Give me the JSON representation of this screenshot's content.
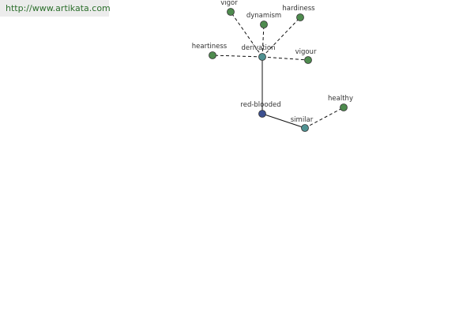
{
  "source": {
    "url_text": "http://www.artikata.com"
  },
  "colors": {
    "banner_bg": "#ececec",
    "link": "#2b6e2b",
    "node_green": "#4e8b4e",
    "node_teal": "#4f9191",
    "node_blue": "#3c4f8f",
    "node_stroke": "#333333",
    "edge": "#111111"
  },
  "graph": {
    "nodes": [
      {
        "id": "red-blooded",
        "label": "red-blooded",
        "kind": "root"
      },
      {
        "id": "derivation",
        "label": "derivation",
        "kind": "relation"
      },
      {
        "id": "similar",
        "label": "similar",
        "kind": "relation"
      },
      {
        "id": "vigor",
        "label": "vigor",
        "kind": "term"
      },
      {
        "id": "dynamism",
        "label": "dynamism",
        "kind": "term"
      },
      {
        "id": "hardiness",
        "label": "hardiness",
        "kind": "term"
      },
      {
        "id": "heartiness",
        "label": "heartiness",
        "kind": "term"
      },
      {
        "id": "vigour",
        "label": "vigour",
        "kind": "term"
      },
      {
        "id": "healthy",
        "label": "healthy",
        "kind": "term"
      }
    ],
    "edges": [
      {
        "from": "red-blooded",
        "to": "derivation",
        "style": "solid"
      },
      {
        "from": "red-blooded",
        "to": "similar",
        "style": "solid"
      },
      {
        "from": "derivation",
        "to": "vigor",
        "style": "dashed"
      },
      {
        "from": "derivation",
        "to": "dynamism",
        "style": "dashed"
      },
      {
        "from": "derivation",
        "to": "hardiness",
        "style": "dashed"
      },
      {
        "from": "derivation",
        "to": "heartiness",
        "style": "dashed"
      },
      {
        "from": "derivation",
        "to": "vigour",
        "style": "dashed"
      },
      {
        "from": "similar",
        "to": "healthy",
        "style": "dashed"
      }
    ]
  }
}
